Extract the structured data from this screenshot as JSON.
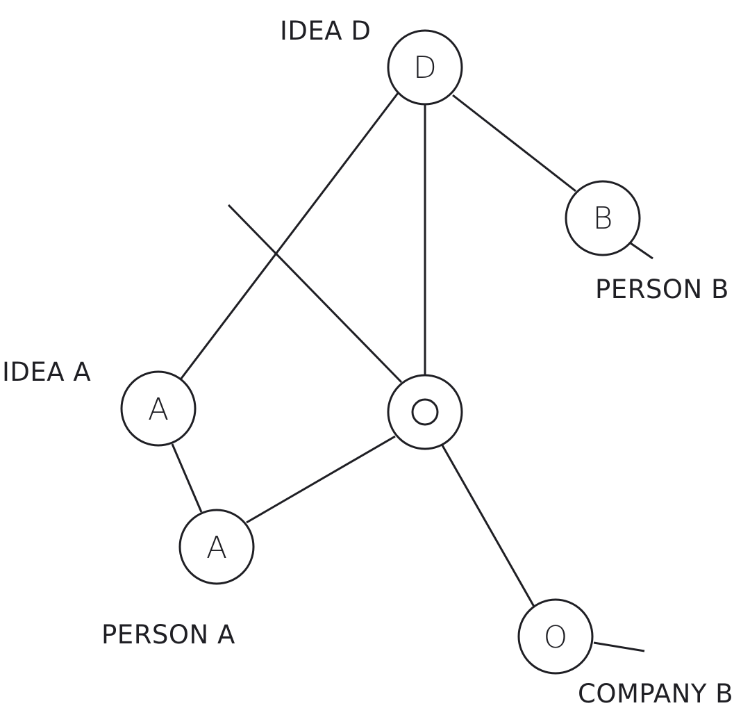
{
  "colors": {
    "ink": "#1f1f24",
    "background": "#ffffff"
  },
  "nodes": {
    "idea_d": {
      "letter": "D"
    },
    "person_b": {
      "letter": "B"
    },
    "idea_a": {
      "letter": "A"
    },
    "person_a": {
      "letter": "A"
    },
    "company_b": {
      "letter": "O"
    }
  },
  "labels": {
    "idea_d": "IDEA D",
    "person_b": "PERSON B",
    "idea_a": "IDEA A",
    "person_a": "PERSON A",
    "company_b": "COMPANY B"
  }
}
